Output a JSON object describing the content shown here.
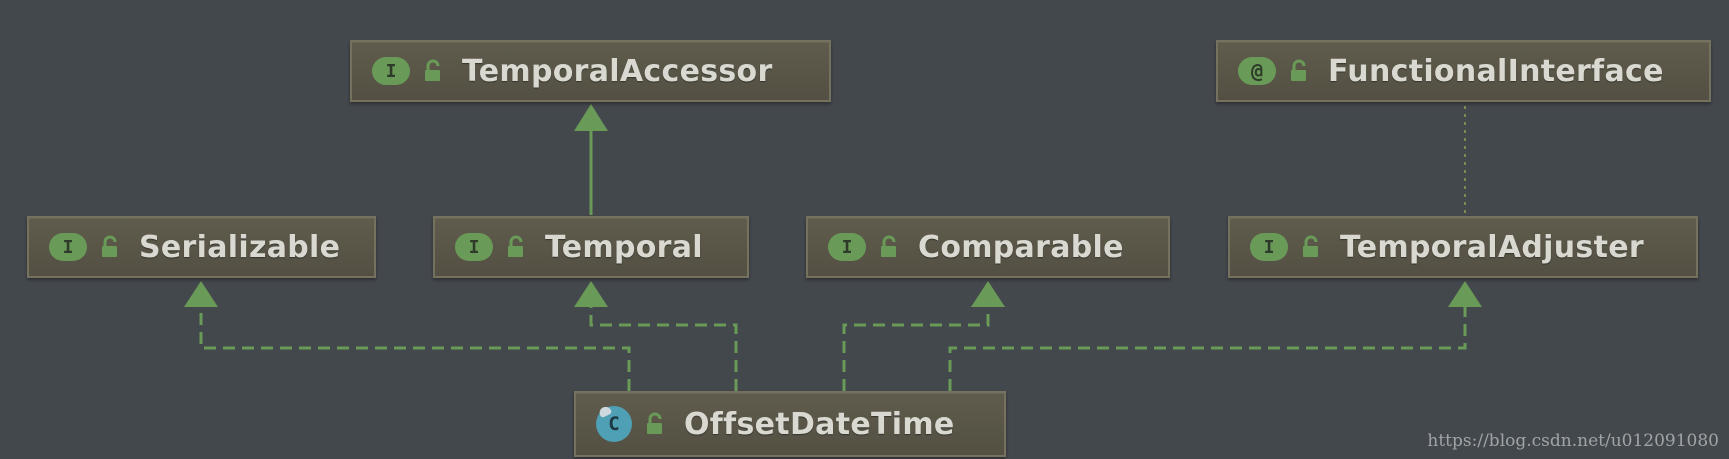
{
  "colors": {
    "background": "#43484c",
    "node_fill": "#5a5748",
    "node_border": "#74725f",
    "edge": "#6a9a58",
    "interface_badge": "#6a9a58",
    "class_badge": "#4f9fb5"
  },
  "nodes": {
    "temporal_accessor": {
      "badge": "I",
      "kind": "interface",
      "label": "TemporalAccessor"
    },
    "functional_interface": {
      "badge": "@",
      "kind": "annotation",
      "label": "FunctionalInterface"
    },
    "serializable": {
      "badge": "I",
      "kind": "interface",
      "label": "Serializable"
    },
    "temporal": {
      "badge": "I",
      "kind": "interface",
      "label": "Temporal"
    },
    "comparable": {
      "badge": "I",
      "kind": "interface",
      "label": "Comparable"
    },
    "temporal_adjuster": {
      "badge": "I",
      "kind": "interface",
      "label": "TemporalAdjuster"
    },
    "offset_date_time": {
      "badge": "C",
      "kind": "class",
      "label": "OffsetDateTime"
    }
  },
  "edges": [
    {
      "from": "temporal",
      "to": "temporal_accessor",
      "style": "solid"
    },
    {
      "from": "temporal_adjuster",
      "to": "functional_interface",
      "style": "dotted"
    },
    {
      "from": "offset_date_time",
      "to": "serializable",
      "style": "dashed"
    },
    {
      "from": "offset_date_time",
      "to": "temporal",
      "style": "dashed"
    },
    {
      "from": "offset_date_time",
      "to": "comparable",
      "style": "dashed"
    },
    {
      "from": "offset_date_time",
      "to": "temporal_adjuster",
      "style": "dashed"
    }
  ],
  "watermark": "https://blog.csdn.net/u012091080"
}
